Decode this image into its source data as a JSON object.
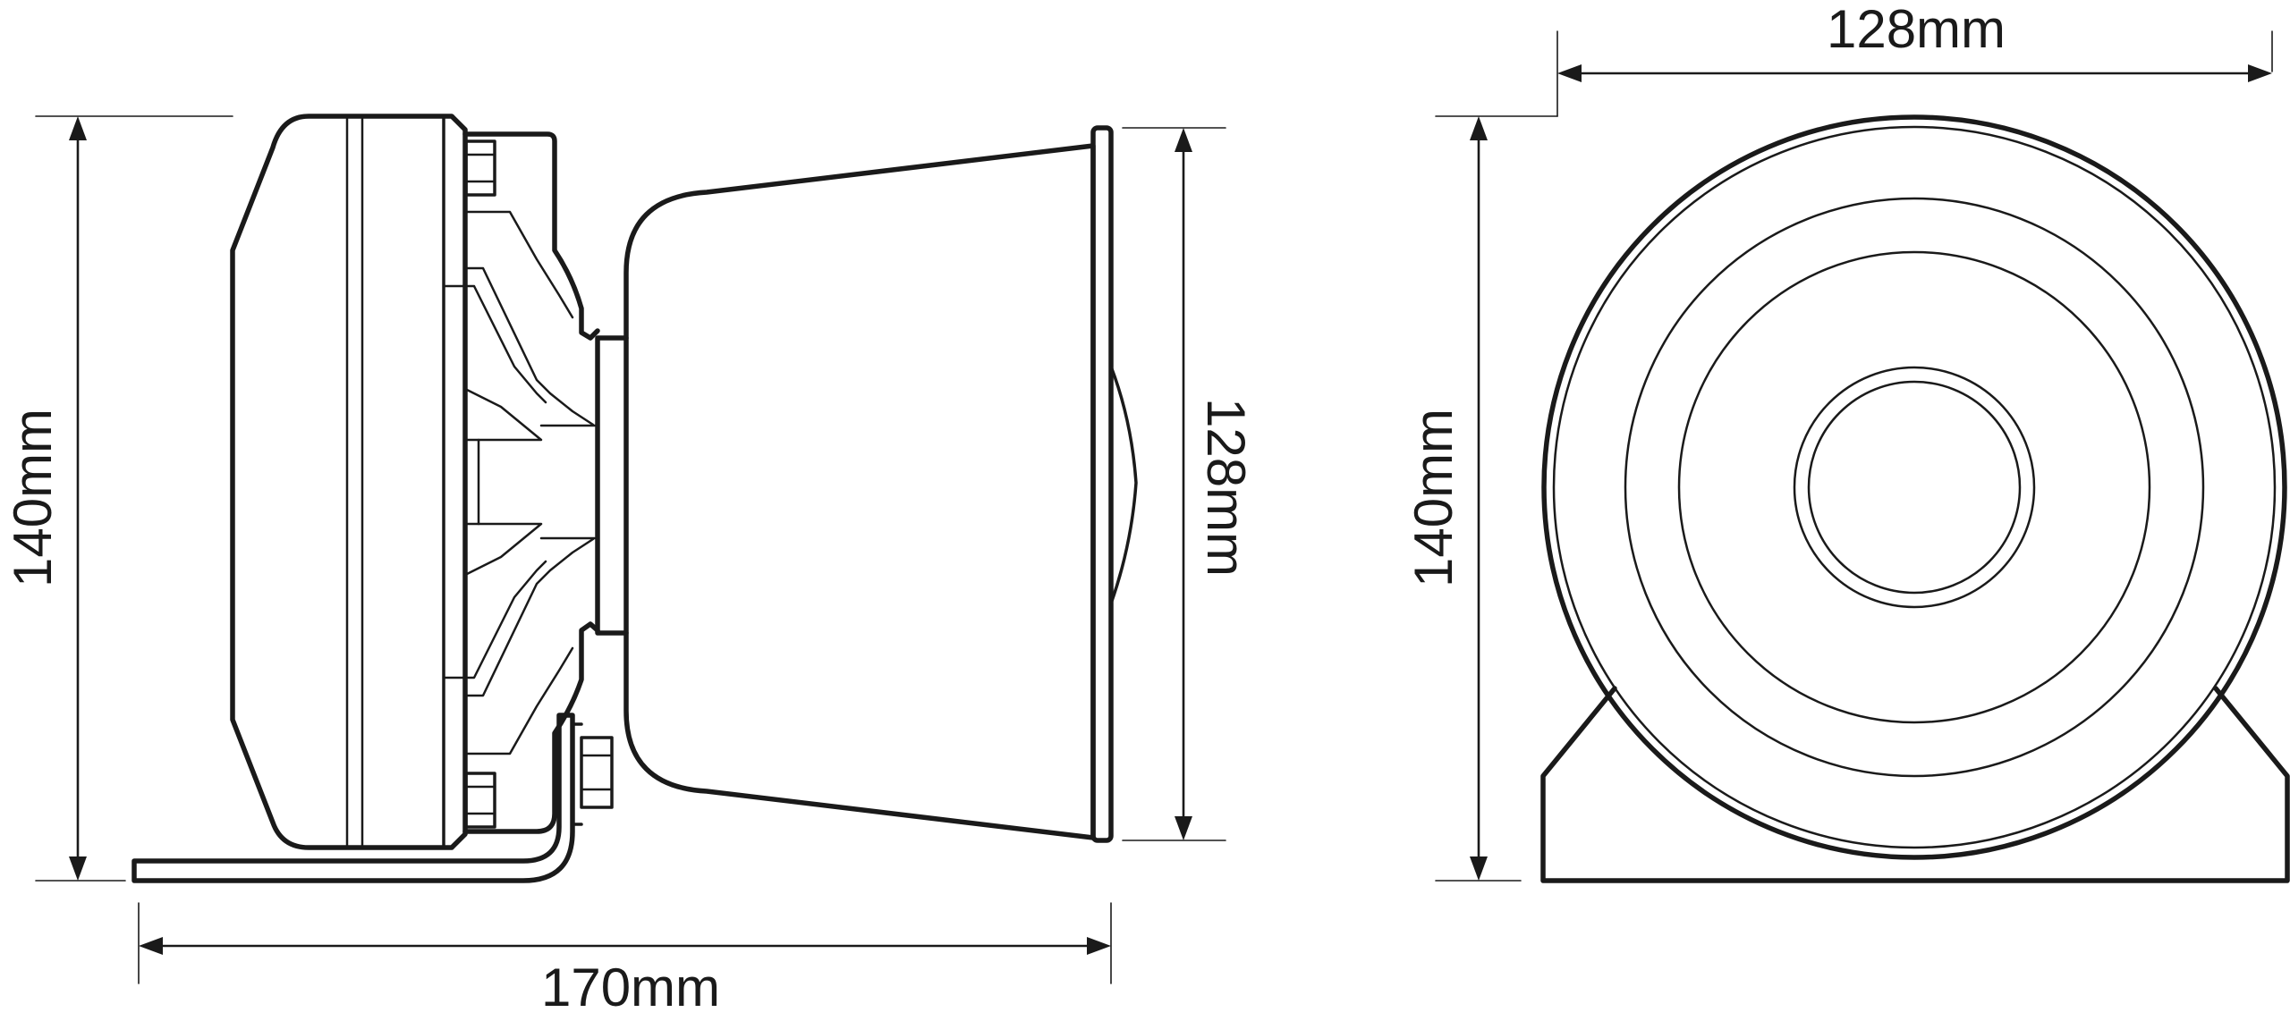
{
  "side_view": {
    "height_label": "140mm",
    "horn_mouth_label": "128mm",
    "length_label": "170mm"
  },
  "front_view": {
    "width_label": "128mm",
    "height_label": "140mm"
  },
  "colors": {
    "line": "#1a1a1a",
    "background": "#ffffff"
  }
}
